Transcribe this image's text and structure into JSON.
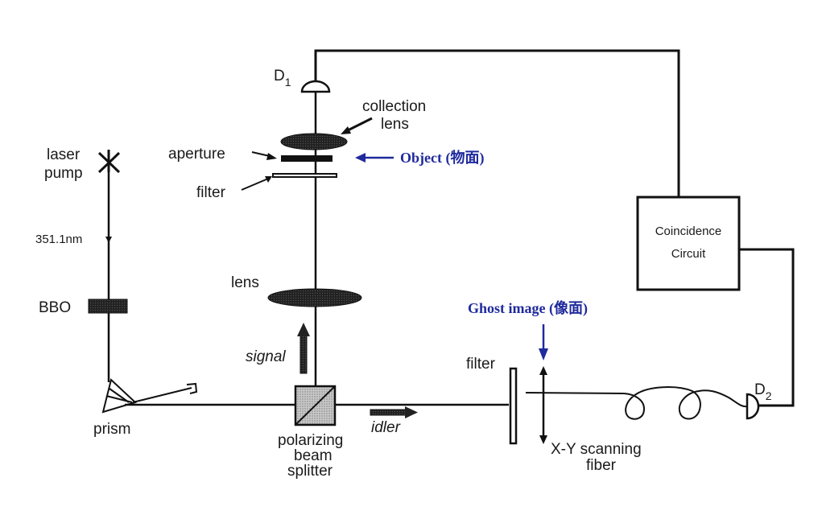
{
  "diagram": {
    "title": "Ghost imaging experimental setup",
    "accent_color": "#1f2a9c",
    "components": {
      "laser_pump": {
        "label_line1": "laser",
        "label_line2": "pump"
      },
      "wavelength": {
        "label": "351.1nm"
      },
      "bbo": {
        "label": "BBO"
      },
      "prism": {
        "label": "prism"
      },
      "beam_splitter": {
        "label_line1": "polarizing",
        "label_line2": "beam",
        "label_line3": "splitter"
      },
      "signal": {
        "label": "signal"
      },
      "idler": {
        "label": "idler"
      },
      "lens": {
        "label": "lens"
      },
      "filter_signal": {
        "label": "filter"
      },
      "aperture": {
        "label": "aperture"
      },
      "collection_lens": {
        "label_line1": "collection",
        "label_line2": "lens"
      },
      "detector_1": {
        "label": "D",
        "subscript": "1"
      },
      "detector_2": {
        "label": "D",
        "subscript": "2"
      },
      "coincidence_circuit": {
        "label_line1": "Coincidence",
        "label_line2": "Circuit"
      },
      "filter_idler": {
        "label": "filter"
      },
      "scanning_fiber": {
        "label_line1": "X-Y scanning",
        "label_line2": "fiber"
      }
    },
    "annotations": {
      "object": {
        "label": "Object (物面)"
      },
      "ghost_image": {
        "label": "Ghost image (像面)"
      }
    }
  }
}
